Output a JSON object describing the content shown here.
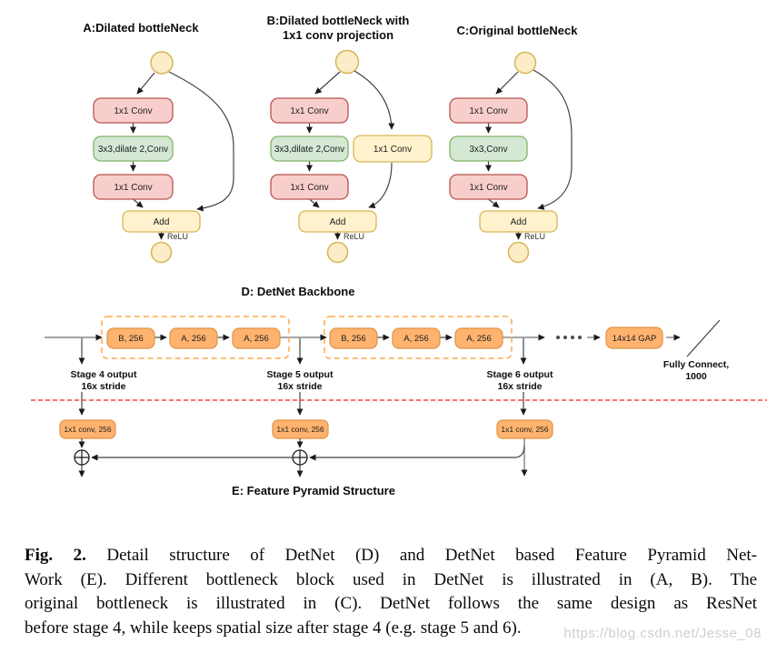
{
  "figure": {
    "panel_a": {
      "title": "A:Dilated bottleNeck",
      "conv1": "1x1 Conv",
      "conv2": "3x3,dilate 2,Conv",
      "conv3": "1x1 Conv",
      "add": "Add",
      "relu": "ReLU"
    },
    "panel_b": {
      "title_line1": "B:Dilated bottleNeck with",
      "title_line2": "1x1 conv projection",
      "conv1": "1x1 Conv",
      "conv2": "3x3,dilate 2,Conv",
      "proj": "1x1 Conv",
      "conv3": "1x1 Conv",
      "add": "Add",
      "relu": "ReLU"
    },
    "panel_c": {
      "title": "C:Original bottleNeck",
      "conv1": "1x1 Conv",
      "conv2": "3x3,Conv",
      "conv3": "1x1 Conv",
      "add": "Add",
      "relu": "ReLU"
    },
    "backbone": {
      "title": "D: DetNet Backbone",
      "group1": [
        "B, 256",
        "A, 256",
        "A, 256"
      ],
      "group2": [
        "B, 256",
        "A, 256",
        "A, 256"
      ],
      "gap": "14x14 GAP",
      "fc_line1": "Fully Connect,",
      "fc_line2": "1000",
      "stage4_line1": "Stage 4 output",
      "stage4_line2": "16x stride",
      "stage5_line1": "Stage 5 output",
      "stage5_line2": "16x stride",
      "stage6_line1": "Stage 6 output",
      "stage6_line2": "16x stride"
    },
    "fpn": {
      "title": "E: Feature Pyramid Structure",
      "conv1": "1x1 conv, 256",
      "conv2": "1x1 conv, 256",
      "conv3": "1x1 conv, 256"
    }
  },
  "caption": {
    "fig_label": "Fig. 2.",
    "line1": "Detail structure of DetNet (D) and DetNet based Feature Pyramid Net-",
    "line2": "Work (E). Different bottleneck block used in DetNet is illustrated in (A, B). The",
    "line3": "original bottleneck is illustrated in  (C). DetNet follows the same design as ResNet",
    "line4": "before stage 4, while keeps spatial size after stage 4 (e.g. stage 5 and 6)."
  },
  "watermark": "https://blog.csdn.net/Jesse_08",
  "colors": {
    "block_red_fill": "#F8CECC",
    "block_red_stroke": "#B85450",
    "block_green_fill": "#D5E8D4",
    "block_green_stroke": "#82B366",
    "block_yellow_fill": "#FFF2CC",
    "block_yellow_stroke": "#D6B656",
    "circle_fill": "#FCECC8",
    "block_orange_fill": "#FFB36E",
    "block_orange_stroke": "#DD9445",
    "group_dash_orange": "#FFA94D",
    "divider_red": "#FF1A1A",
    "watermark_gray": "#CBD0D5"
  }
}
